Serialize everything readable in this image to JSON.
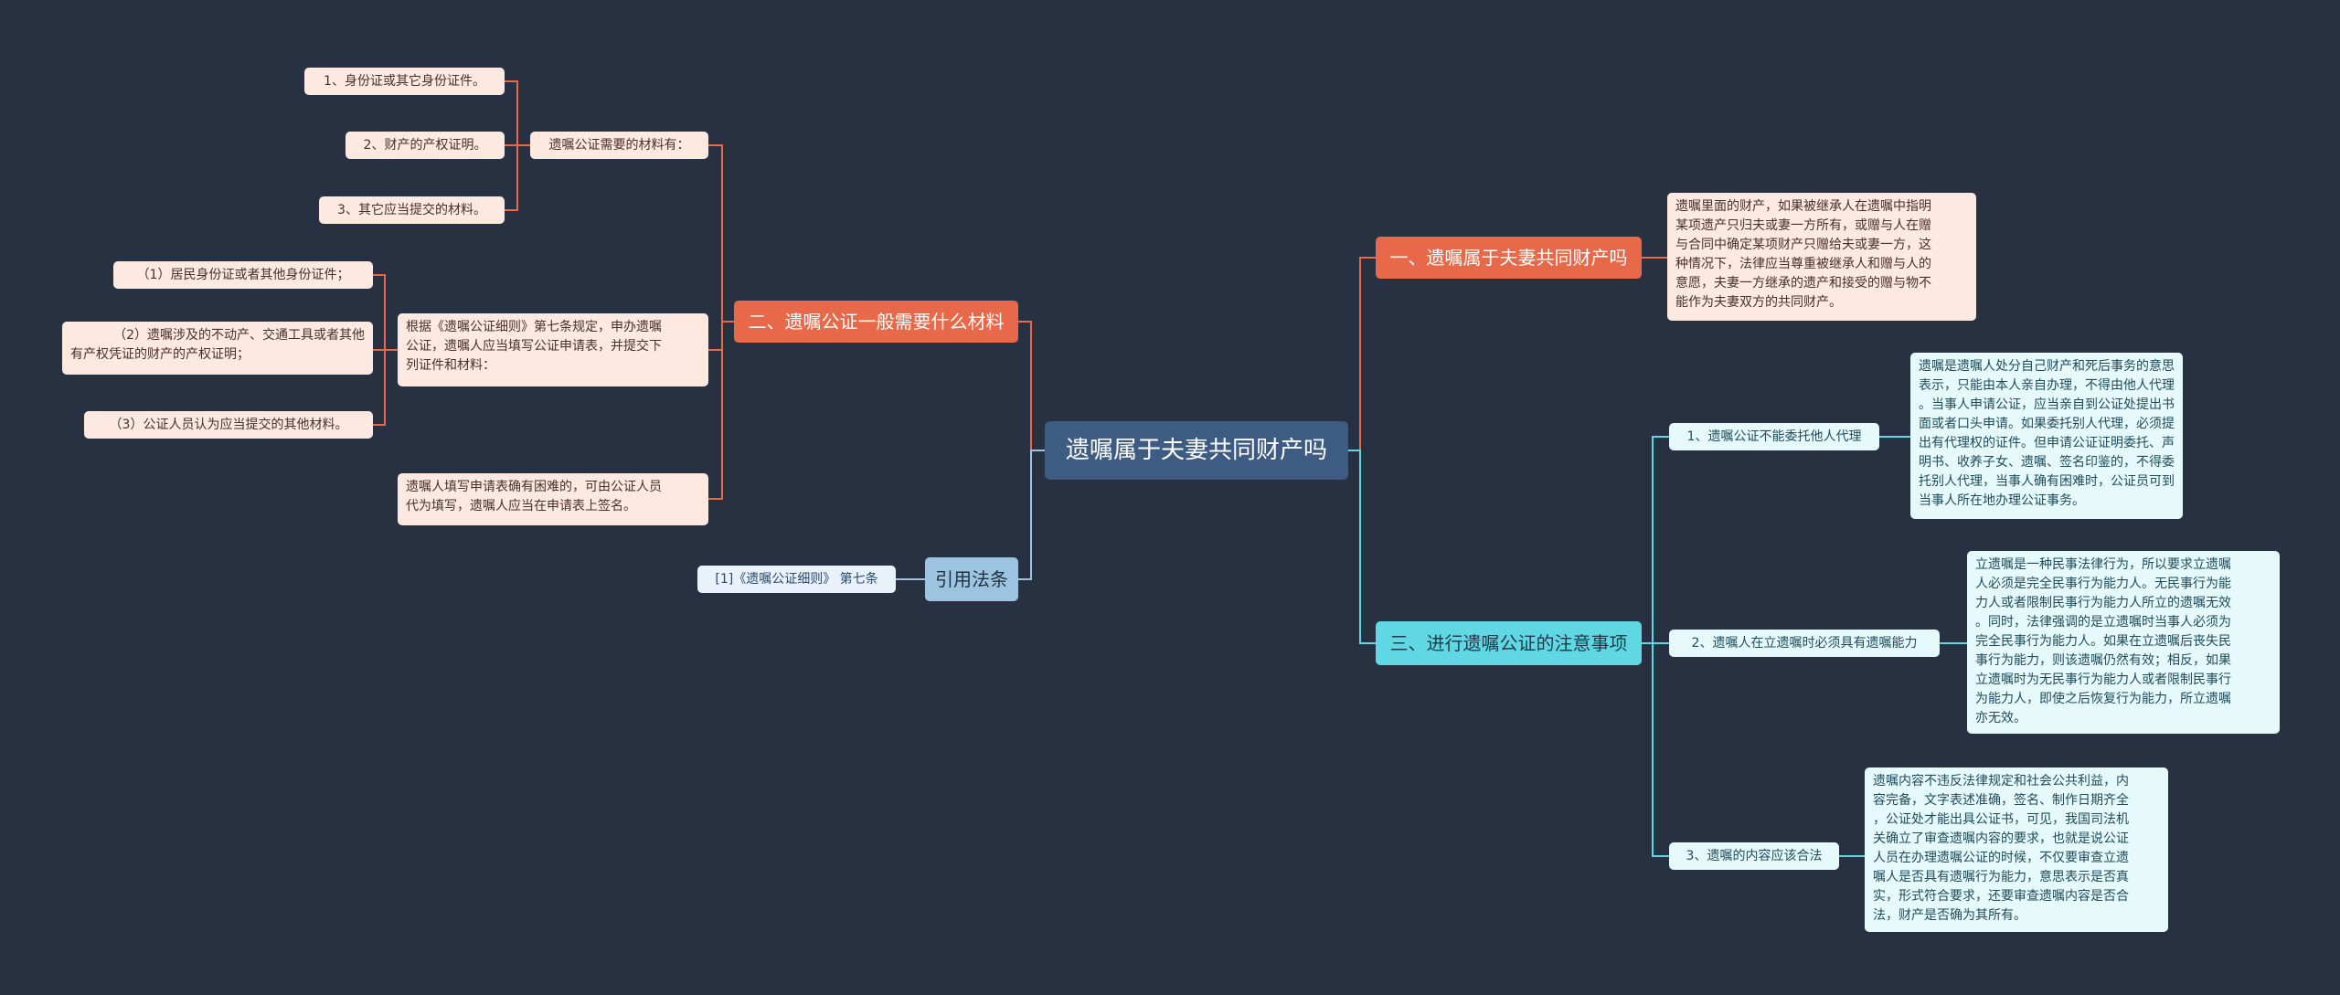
{
  "root": "遗嘱属于夫妻共同财产吗",
  "branch1": {
    "title": "一、遗嘱属于夫妻共同财产吗",
    "detail": [
      "遗嘱里面的财产，如果被继承人在遗嘱中指明",
      "某项遗产只归夫或妻一方所有，或赠与人在赠",
      "与合同中确定某项财产只赠给夫或妻一方，这",
      "种情况下，法律应当尊重被继承人和赠与人的",
      "意愿，夫妻一方继承的遗产和接受的赠与物不",
      "能作为夫妻双方的共同财产。"
    ]
  },
  "branch2": {
    "title": "二、遗嘱公证一般需要什么材料",
    "materials_label": "遗嘱公证需要的材料有：",
    "materials": [
      "1、身份证或其它身份证件。",
      "2、财产的产权证明。",
      "3、其它应当提交的材料。"
    ],
    "rule": [
      "根据《遗嘱公证细则》第七条规定，申办遗嘱",
      "公证，遗嘱人应当填写公证申请表，并提交下",
      "列证件和材料："
    ],
    "rule_items": [
      [
        "（1）居民身份证或者其他身份证件；"
      ],
      [
        "（2）遗嘱涉及的不动产、交通工具或者其他",
        "有产权凭证的财产的产权证明；"
      ],
      [
        "（3）公证人员认为应当提交的其他材料。"
      ]
    ],
    "note": [
      "遗嘱人填写申请表确有困难的，可由公证人员",
      "代为填写，遗嘱人应当在申请表上签名。"
    ]
  },
  "branch3": {
    "title": "三、进行遗嘱公证的注意事项",
    "items": [
      {
        "label": "1、遗嘱公证不能委托他人代理",
        "detail": [
          "遗嘱是遗嘱人处分自己财产和死后事务的意思",
          "表示，只能由本人亲自办理，不得由他人代理",
          "。当事人申请公证，应当亲自到公证处提出书",
          "面或者口头申请。如果委托别人代理，必须提",
          "出有代理权的证件。但申请公证证明委托、声",
          "明书、收养子女、遗嘱、签名印鉴的，不得委",
          "托别人代理，当事人确有困难时，公证员可到",
          "当事人所在地办理公证事务。"
        ]
      },
      {
        "label": "2、遗嘱人在立遗嘱时必须具有遗嘱能力",
        "detail": [
          "立遗嘱是一种民事法律行为，所以要求立遗嘱",
          "人必须是完全民事行为能力人。无民事行为能",
          "力人或者限制民事行为能力人所立的遗嘱无效",
          "。同时，法律强调的是立遗嘱时当事人必须为",
          "完全民事行为能力人。如果在立遗嘱后丧失民",
          "事行为能力，则该遗嘱仍然有效；相反，如果",
          "立遗嘱时为无民事行为能力人或者限制民事行",
          "为能力人，即使之后恢复行为能力，所立遗嘱",
          "亦无效。"
        ]
      },
      {
        "label": "3、遗嘱的内容应该合法",
        "detail": [
          "遗嘱内容不违反法律规定和社会公共利益，内",
          "容完备，文字表述准确，签名、制作日期齐全",
          "，公证处才能出具公证书，可见，我国司法机",
          "关确立了审查遗嘱内容的要求，也就是说公证",
          "人员在办理遗嘱公证的时候，不仅要审查立遗",
          "嘱人是否具有遗嘱行为能力，意思表示是否真",
          "实，形式符合要求，还要审查遗嘱内容是否合",
          "法，财产是否确为其所有。"
        ]
      }
    ]
  },
  "branch4": {
    "title": "引用法条",
    "ref": "[1]《遗嘱公证细则》 第七条"
  },
  "colors": {
    "background": "#283142",
    "root": "#3e5c83",
    "orange": "#e8684a",
    "cyan": "#60d8e3",
    "blue": "#9cc3e0"
  }
}
